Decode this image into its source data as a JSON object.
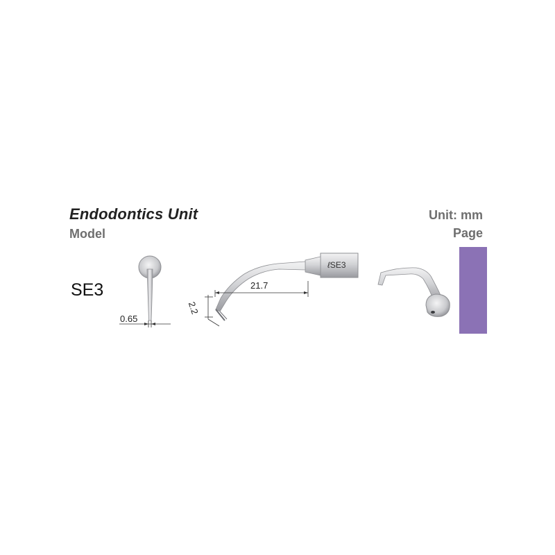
{
  "header": {
    "title": "Endodontics Unit",
    "model_label": "Model",
    "unit_label": "Unit: mm",
    "page_label": "Page"
  },
  "product": {
    "model_name": "SE3",
    "tip_engraving": "SE3",
    "dimensions": {
      "tip_diameter": "0.65",
      "length": "21.7",
      "tip_length": "2.2"
    }
  },
  "colors": {
    "page_accent": "#8b72b5",
    "metal_light": "#e4e4e6",
    "metal_dark": "#8f9094"
  },
  "icons": {
    "front_view": "tip-front-view-icon",
    "side_view": "tip-side-view-icon",
    "perspective_view": "tip-perspective-view-icon"
  }
}
